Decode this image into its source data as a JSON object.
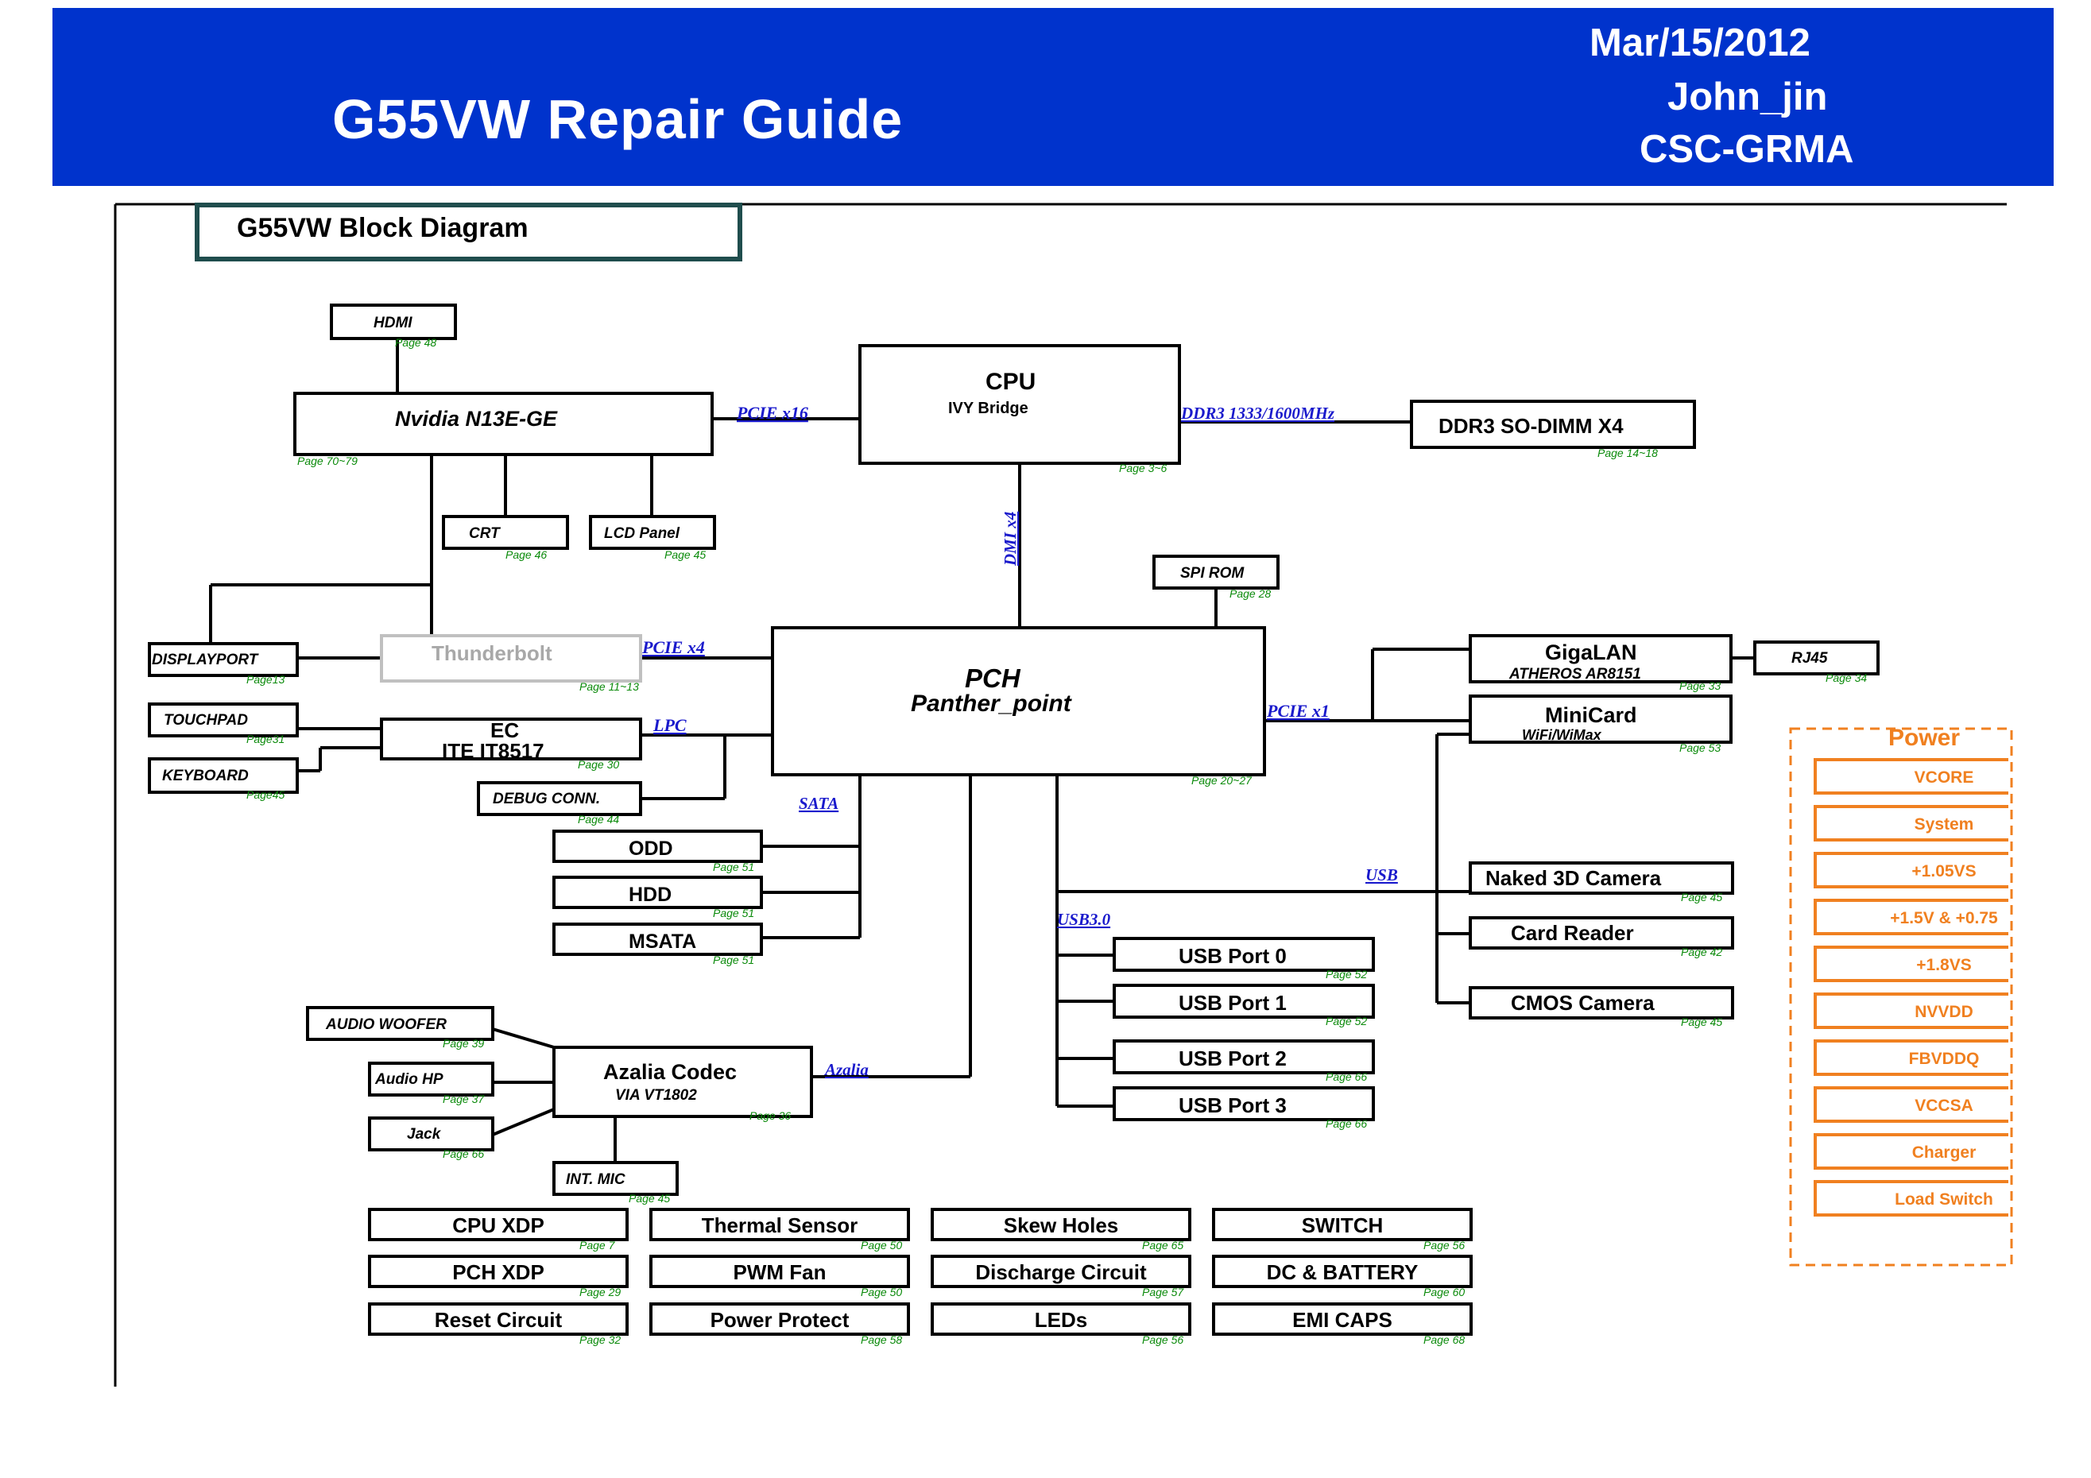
{
  "header": {
    "title": "G55VW Repair Guide",
    "date": "Mar/15/2012",
    "author": "John_jin",
    "org": "CSC-GRMA",
    "color": "#0033cc"
  },
  "diagram": {
    "title": "G55VW Block Diagram",
    "blocks": {
      "hdmi": "HDMI",
      "hdmi_page": "Page 48",
      "nvidia": "Nvidia N13E-GE",
      "nvidia_page": "Page 70~79",
      "cpu": "CPU",
      "cpu_sub": "IVY Bridge",
      "cpu_page": "Page 3~6",
      "ddr3": "DDR3 SO-DIMM X4",
      "ddr3_page": "Page 14~18",
      "crt": "CRT",
      "crt_page": "Page 46",
      "lcd": "LCD Panel",
      "lcd_page": "Page 45",
      "spirom": "SPI ROM",
      "spirom_page": "Page 28",
      "displayport": "DISPLAYPORT",
      "displayport_page": "Page13",
      "thunderbolt": "Thunderbolt",
      "thunderbolt_page": "Page 11~13",
      "pch": "PCH",
      "pch_sub": "Panther_point",
      "pch_page": "Page 20~27",
      "gigalan": "GigaLAN",
      "gigalan_sub": "ATHEROS AR8151",
      "gigalan_page": "Page 33",
      "rj45": "RJ45",
      "rj45_page": "Page 34",
      "minicard": "MiniCard",
      "minicard_sub": "WiFi/WiMax",
      "minicard_page": "Page 53",
      "touchpad": "TOUCHPAD",
      "touchpad_page": "Page31",
      "ec": "EC",
      "ec_sub": "ITE IT8517",
      "ec_page": "Page 30",
      "keyboard": "KEYBOARD",
      "keyboard_page": "Page45",
      "debug": "DEBUG CONN.",
      "debug_page": "Page 44",
      "odd": "ODD",
      "odd_page": "Page 51",
      "hdd": "HDD",
      "hdd_page": "Page 51",
      "msata": "MSATA",
      "msata_page": "Page 51",
      "naked3d": "Naked 3D Camera",
      "naked3d_page": "Page 45",
      "cardreader": "Card Reader",
      "cardreader_page": "Page 42",
      "cmos": "CMOS Camera",
      "cmos_page": "Page 45",
      "usb0": "USB Port 0",
      "usb0_page": "Page 52",
      "usb1": "USB Port 1",
      "usb1_page": "Page 52",
      "usb2": "USB Port 2",
      "usb2_page": "Page 66",
      "usb3": "USB Port 3",
      "usb3_page": "Page 66",
      "woofer": "AUDIO WOOFER",
      "woofer_page": "Page 39",
      "audiohp": "Audio HP",
      "audiohp_page": "Page 37",
      "jack": "Jack",
      "jack_page": "Page 66",
      "azalia": "Azalia Codec",
      "azalia_sub": "VIA VT1802",
      "azalia_page": "Page 36",
      "intmic": "INT. MIC",
      "intmic_page": "Page 45"
    },
    "buses": {
      "pcie16": "PCIE x16",
      "ddr3": "DDR3 1333/1600MHz",
      "dmi": "DMI x4",
      "pcie4": "PCIE x4",
      "lpc": "LPC",
      "pcie1": "PCIE x1",
      "sata": "SATA",
      "usb": "USB",
      "usb30": "USB3.0",
      "azalia": "Azalia"
    },
    "misc": [
      {
        "label": "CPU XDP",
        "page": "Page 7"
      },
      {
        "label": "Thermal Sensor",
        "page": "Page 50"
      },
      {
        "label": "Skew Holes",
        "page": "Page 65"
      },
      {
        "label": "SWITCH",
        "page": "Page 56"
      },
      {
        "label": "PCH XDP",
        "page": "Page 29"
      },
      {
        "label": "PWM Fan",
        "page": "Page 50"
      },
      {
        "label": "Discharge Circuit",
        "page": "Page 57"
      },
      {
        "label": "DC & BATTERY",
        "page": "Page 60"
      },
      {
        "label": "Reset Circuit",
        "page": "Page 32"
      },
      {
        "label": "Power Protect",
        "page": "Page 58"
      },
      {
        "label": "LEDs",
        "page": "Page 56"
      },
      {
        "label": "EMI CAPS",
        "page": "Page 68"
      }
    ],
    "power": {
      "title": "Power",
      "color": "#f08020",
      "items": [
        "VCORE",
        "System",
        "+1.05VS",
        "+1.5V & +0.75",
        "+1.8VS",
        "NVVDD",
        "FBVDDQ",
        "VCCSA",
        "Charger",
        "Load Switch"
      ]
    }
  }
}
